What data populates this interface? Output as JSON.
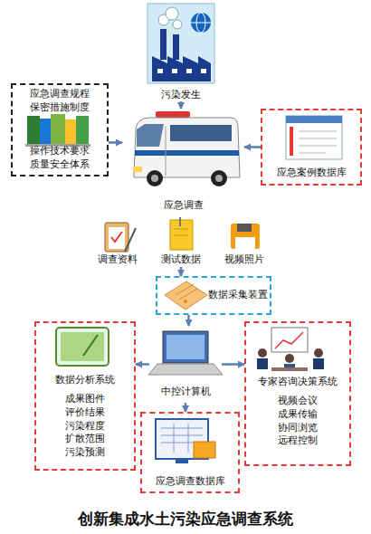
{
  "diagram": {
    "title": "创新集成水土污染应急调查系统",
    "nodes": [
      {
        "text": [
          "污染发生"
        ]
      },
      {
        "text": [
          "应急调查规程 保密措施制度",
          "操作技术要求 质量安全体系"
        ]
      },
      {
        "text": [
          "应急调查"
        ]
      },
      {
        "text": [
          "应急案例数据库"
        ]
      },
      {
        "text": [
          "调查资料"
        ]
      },
      {
        "text": [
          "测试数据"
        ]
      },
      {
        "text": [
          "视频照片"
        ]
      },
      {
        "text": [
          "数据采集装置"
        ]
      },
      {
        "text": [
          "数据分析系统",
          "成果图件 评价结果 污染程度 扩散范围 污染预测"
        ]
      },
      {
        "text": [
          "中控计算机"
        ]
      },
      {
        "text": [
          "专家咨询决策系统",
          "视频会议 成果传输 协同浏览 远程控制"
        ]
      },
      {
        "text": [
          "应急调查数据库"
        ]
      }
    ],
    "edges": [
      {
        "from": 0,
        "to": 2,
        "arrow": "to"
      },
      {
        "from": 1,
        "to": 2,
        "arrow": "to"
      },
      {
        "from": 3,
        "to": 2,
        "arrow": "to"
      },
      {
        "from": 5,
        "to": 7,
        "arrow": "to"
      },
      {
        "from": 7,
        "to": 9,
        "arrow": "to"
      },
      {
        "from": 9,
        "to": 8,
        "arrow": "to"
      },
      {
        "from": 9,
        "to": 10,
        "arrow": "to"
      },
      {
        "from": 9,
        "to": 11,
        "arrow": "to"
      }
    ]
  }
}
